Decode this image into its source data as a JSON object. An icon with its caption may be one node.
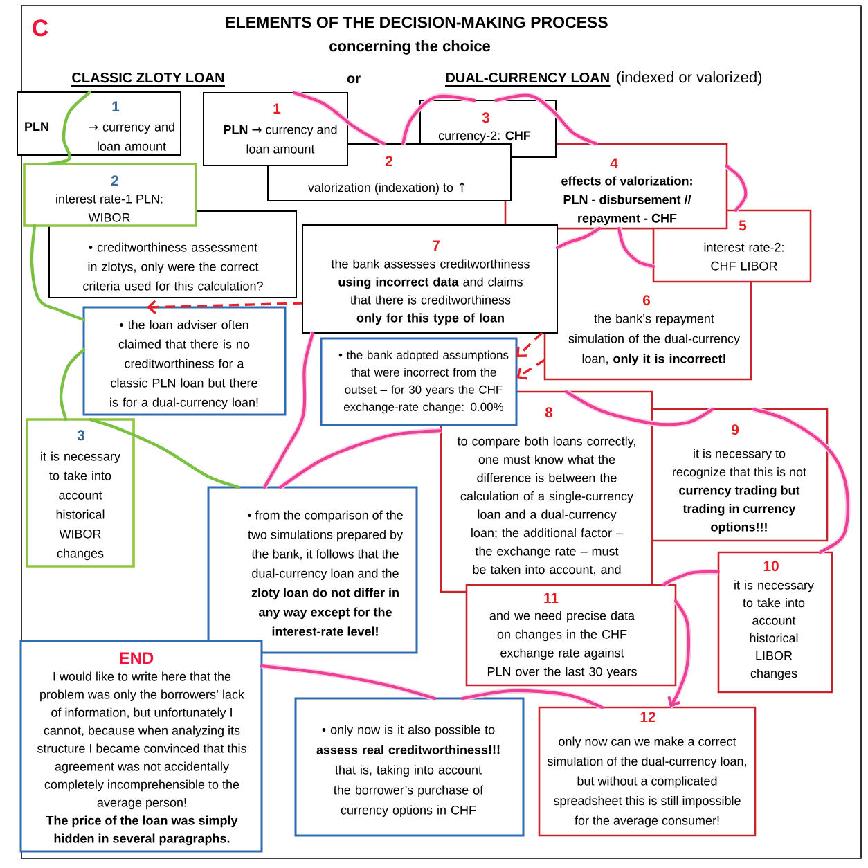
{
  "diagram": {
    "title": "ELEMENTS OF THE DECISION-MAKING PROCESS",
    "nodes": [
      {
        "text": [
          "1",
          "PLN",
          "→ currency and loan amount"
        ]
      },
      {
        "text": [
          "2",
          "interest rate-1 PLN: WIBOR"
        ]
      },
      {
        "text": [
          "• creditworthiness assessment in zlotys, only were the correct criteria used for this calculation?"
        ]
      },
      {
        "text": [
          "• the loan adviser often claimed that there is no creditworthiness for a classic PLN loan but there is for a dual-currency loan!"
        ]
      },
      {
        "text": [
          "3",
          "it is necessary to take into account historical WIBOR changes"
        ]
      },
      {
        "text": [
          "• from the comparison of the two simulations prepared by the bank, it follows that the dual-currency loan and the **zloty loan do not differ in any way except for the interest-rate level!**"
        ]
      },
      {
        "text": [
          "END",
          "I would like to write here that the problem was only the borrowers’ lack of information, but unfortunately I cannot, because when analyzing its structure I became convinced that this agreement was not accidentally completely incomprehensible to the average person!",
          "The price of the loan was simply hidden in several paragraphs."
        ]
      },
      {
        "text": [
          "1",
          "**PLN** → currency and loan amount"
        ]
      },
      {
        "text": [
          "2",
          "valorization (indexation) to ↑"
        ]
      },
      {
        "text": [
          "3",
          "currency-2: **CHF**"
        ]
      },
      {
        "text": [
          "4",
          "effects of valorization: PLN - disbursement // repayment - CHF"
        ]
      },
      {
        "text": [
          "5",
          "interest rate-2: CHF LIBOR"
        ]
      },
      {
        "text": [
          "6",
          "the bank’s repayment simulation of the dual-currency loan, **only it is incorrect!**"
        ]
      },
      {
        "text": [
          "7",
          "the bank assesses creditworthiness **using incorrect data** and claims that there is creditworthiness **only for this type of loan**"
        ]
      },
      {
        "text": [
          "• the bank adopted assumptions that were incorrect from the outset – for 30 years the CHF exchange-rate change: 0.00%"
        ]
      },
      {
        "text": [
          "8",
          "to compare both loans correctly, one must know what the difference is between the calculation of a single-currency loan and a dual-currency loan; the additional factor – the exchange rate – must be taken into account, and"
        ]
      },
      {
        "text": [
          "9",
          "it is necessary to recognize that this is not **currency trading but trading in currency options!!!**"
        ]
      },
      {
        "text": [
          "10",
          "it is necessary to take into account historical LIBOR changes"
        ]
      },
      {
        "text": [
          "11",
          "and we need precise data on changes in the CHF exchange rate against PLN over the last 30 years"
        ]
      },
      {
        "text": [
          "• only now is it also possible to **assess real creditworthiness!!!** that is, taking into account the borrower’s purchase of currency options in CHF"
        ]
      },
      {
        "text": [
          "12",
          "only now can we make a correct simulation of the dual-currency loan, but without a complicated spreadsheet this is still impossible for the average consumer!"
        ]
      }
    ],
    "edges": [
      {
        "from": 0,
        "to": 1,
        "arrow": "none",
        "color": "#7ac143"
      },
      {
        "from": 1,
        "to": 3,
        "arrow": "none",
        "color": "#7ac143"
      },
      {
        "from": 3,
        "to": 4,
        "arrow": "none",
        "color": "#7ac143"
      },
      {
        "from": 4,
        "to": 5,
        "arrow": "none",
        "color": "#7ac143"
      },
      {
        "from": 7,
        "to": 8,
        "arrow": "none"
      },
      {
        "from": 8,
        "to": 9,
        "arrow": "none"
      },
      {
        "from": 9,
        "to": 10,
        "arrow": "none"
      },
      {
        "from": 10,
        "to": 11,
        "arrow": "none"
      },
      {
        "from": 11,
        "to": 12,
        "arrow": "none"
      },
      {
        "from": 12,
        "to": 13,
        "arrow": "none"
      },
      {
        "from": 13,
        "to": 5,
        "arrow": "none"
      },
      {
        "from": 5,
        "to": 15,
        "arrow": "none"
      },
      {
        "from": 15,
        "to": 16,
        "arrow": "none"
      },
      {
        "from": 16,
        "to": 17,
        "arrow": "none"
      },
      {
        "from": 17,
        "to": 18,
        "arrow": "none"
      },
      {
        "from": 18,
        "to": 20,
        "arrow": "to"
      },
      {
        "from": 20,
        "to": 19,
        "arrow": "none"
      },
      {
        "from": 19,
        "to": 6,
        "arrow": "none"
      },
      {
        "from": 13,
        "to": 3,
        "arrow": "to",
        "style": "dashed",
        "color": "#e8202a"
      },
      {
        "from": 13,
        "to": 14,
        "arrow": "to",
        "style": "dashed",
        "color": "#e8202a"
      },
      {
        "from": 12,
        "to": 14,
        "arrow": "to",
        "style": "dashed",
        "color": "#e8202a"
      }
    ],
    "labels": [
      "C",
      "concerning the choice",
      "CLASSIC ZLOTY LOAN",
      "or",
      "DUAL-CURRENCY LOAN",
      "(indexed or valorized)"
    ]
  }
}
